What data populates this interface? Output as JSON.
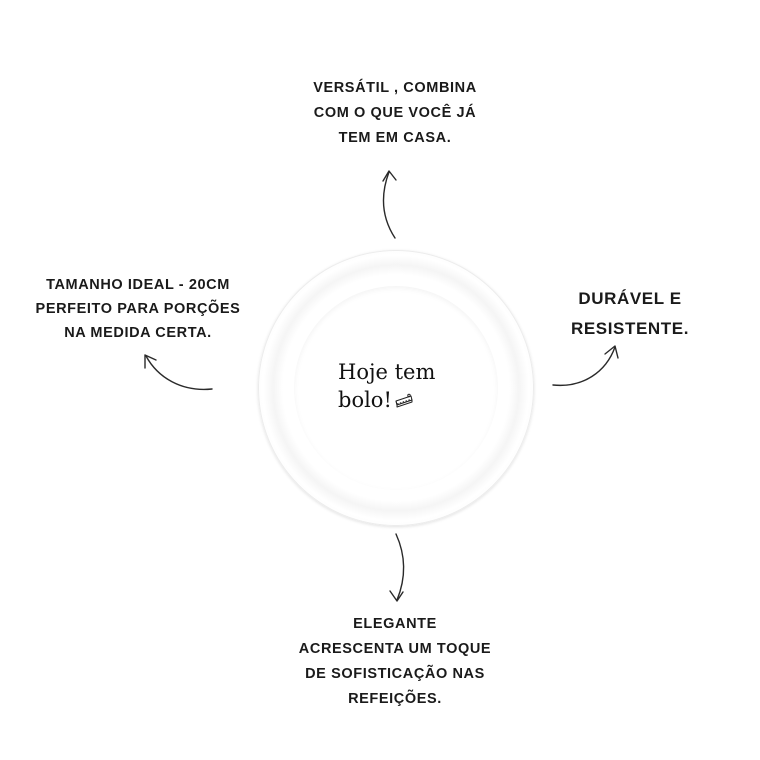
{
  "captions": {
    "top": [
      "VERSÁTIL , COMBINA",
      "COM O QUE VOCÊ JÁ",
      "TEM EM CASA."
    ],
    "left": [
      "TAMANHO IDEAL - 20CM",
      "PERFEITO PARA PORÇÕES",
      "NA MEDIDA CERTA."
    ],
    "right": [
      "DURÁVEL E",
      "RESISTENTE."
    ],
    "bottom": [
      "ELEGANTE",
      "ACRESCENTA UM TOQUE",
      "DE SOFISTICAÇÃO NAS",
      "REFEIÇÕES."
    ]
  },
  "plate": {
    "line1": "Hoje tem",
    "line2": "bolo!",
    "icon": "cake-slice-icon"
  }
}
